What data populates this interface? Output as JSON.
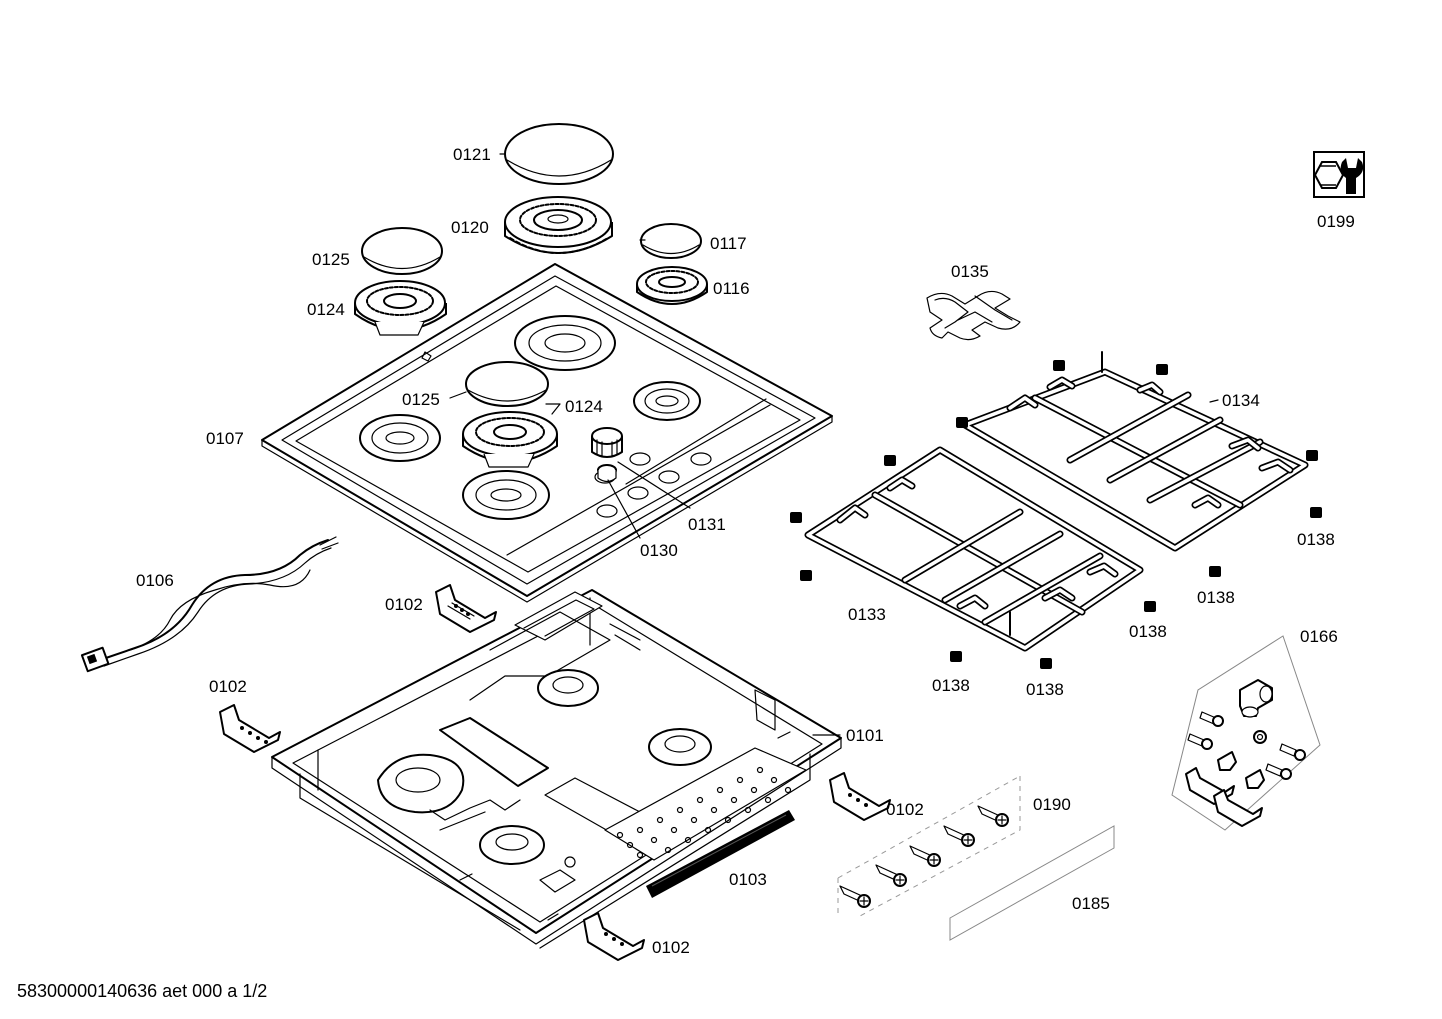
{
  "diagram": {
    "part_labels": {
      "p0121": "0121",
      "p0120": "0120",
      "p0117": "0117",
      "p0116": "0116",
      "p0125_top": "0125",
      "p0124_top": "0124",
      "p0125_mid": "0125",
      "p0124_mid": "0124",
      "p0107": "0107",
      "p0131": "0131",
      "p0130": "0130",
      "p0106": "0106",
      "p0102_a": "0102",
      "p0102_b": "0102",
      "p0102_c": "0102",
      "p0102_d": "0102",
      "p0101": "0101",
      "p0103": "0103",
      "p0190": "0190",
      "p0185": "0185",
      "p0135": "0135",
      "p0134": "0134",
      "p0133": "0133",
      "p0138_a": "0138",
      "p0138_b": "0138",
      "p0138_c": "0138",
      "p0138_d": "0138",
      "p0138_e": "0138",
      "p0166": "0166",
      "p0199": "0199"
    },
    "footer": "58300000140636 aet 000 a 1/2"
  }
}
